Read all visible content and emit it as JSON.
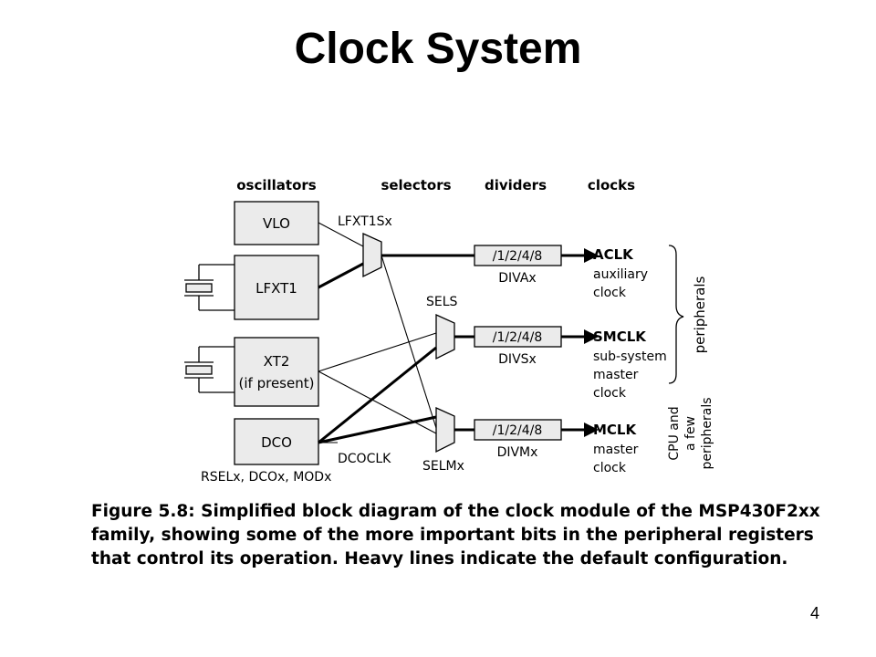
{
  "slide": {
    "title": "Clock System",
    "page_number": "4"
  },
  "diagram": {
    "column_headers": {
      "oscillators": "oscillators",
      "selectors": "selectors",
      "dividers": "dividers",
      "clocks": "clocks"
    },
    "oscillators": {
      "vlo": "VLO",
      "lfxt1": "LFXT1",
      "xt2_line1": "XT2",
      "xt2_line2": "(if present)",
      "dco": "DCO"
    },
    "selector_labels": {
      "lfxt1sx": "LFXT1Sx",
      "sels": "SELS",
      "selmx": "SELMx",
      "dcoclk": "DCOCLK"
    },
    "dco_controls": "RSELx, DCOx, MODx",
    "dividers": {
      "text": "/1/2/4/8",
      "diva": "DIVAx",
      "divs": "DIVSx",
      "divm": "DIVMx"
    },
    "clocks": {
      "aclk": "ACLK",
      "aclk_desc1": "auxiliary",
      "aclk_desc2": "clock",
      "smclk": "SMCLK",
      "smclk_desc1": "sub-system",
      "smclk_desc2": "master",
      "smclk_desc3": "clock",
      "mclk": "MCLK",
      "mclk_desc1": "master",
      "mclk_desc2": "clock"
    },
    "side_labels": {
      "peripherals": "peripherals",
      "cpu_line1": "CPU and",
      "cpu_line2": "a few",
      "cpu_line3": "peripherals"
    }
  },
  "caption": {
    "text": "Figure 5.8:  Simplified block diagram of the clock module of the MSP430F2xx family, showing some of the more important bits in the peripheral registers that control its operation. Heavy lines indicate the default configuration."
  },
  "colors": {
    "box_fill": "#ebebeb",
    "line": "#000000"
  }
}
